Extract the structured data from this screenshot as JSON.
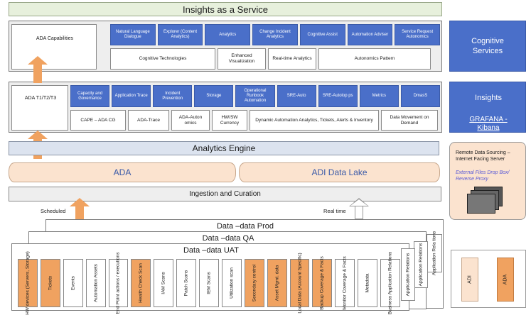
{
  "title": "Insights as a Service",
  "top_section": {
    "label": "ADA Capabilities",
    "blue_items": [
      "Natural Language Dialogue",
      "Explorer (Content Analytics)",
      "Analytics",
      "Change Incident Analytics",
      "Cognitive Assist",
      "Automation Adviser",
      "Service Request Autonomics"
    ],
    "white_items": [
      "Cognitive Technologies",
      "Enhanced Visualization",
      "Real-time Analytics",
      "Autonomics Pattern"
    ]
  },
  "middle_section": {
    "label": "ADA T1/T2/T3",
    "blue_items": [
      "Capacity and Governance",
      "Application Trace",
      "Incident Prevention",
      "Storage",
      "Operational Runbook Automation",
      "SRE-Auto",
      "SRE-Autolop ps",
      "Metrics",
      "DmasS"
    ],
    "white_items": [
      "CAPE – ADA CG",
      "ADA-Trace",
      "ADA-Auton omics",
      "HW/SW Currency",
      "Dynamic Automation Analytics, Tickets, Alerts & Inventory",
      "Data Movement on Demand"
    ]
  },
  "analytics_engine": "Analytics Engine",
  "ada_db": "ADA",
  "adi_lake": "ADI Data Lake",
  "ingestion": "Ingestion and Curation",
  "scheduled": "Scheduled",
  "real_time": "Real time",
  "data_layers": {
    "prod": "Data –data Prod",
    "qa": "Data –data QA",
    "uat": "Data –data UAT"
  },
  "uat_cells": [
    {
      "label": "HW devices (Servers, Storage)",
      "color": "orange"
    },
    {
      "label": "Tickets",
      "color": "orange"
    },
    {
      "label": "Events",
      "color": "white"
    },
    {
      "label": "Automation Assets",
      "color": "white"
    },
    {
      "label": "End Point actions / executions",
      "color": "white"
    },
    {
      "label": "Health Check Scan",
      "color": "orange"
    },
    {
      "label": "IAM Scans",
      "color": "white"
    },
    {
      "label": "Patch Scans",
      "color": "white"
    },
    {
      "label": "IEM Scans",
      "color": "white"
    },
    {
      "label": "Utilization scan",
      "color": "white"
    },
    {
      "label": "Secondary control",
      "color": "orange"
    },
    {
      "label": "Asset Mgmt. data",
      "color": "orange"
    },
    {
      "label": "Local Data (Account Specific)",
      "color": "orange"
    },
    {
      "label": "Backup Coverage & Facts",
      "color": "orange"
    },
    {
      "label": "Monitor Coverage & Facts",
      "color": "white"
    },
    {
      "label": "Metadata",
      "color": "white"
    },
    {
      "label": "Business Application Relations",
      "color": "white"
    }
  ],
  "stack_labels": [
    "Application Relations",
    "Application Relations",
    "Application Rela tions"
  ],
  "right_panel": {
    "cognitive": "Cognitive Services",
    "insights": "Insights",
    "grafana": "GRAFANA - Kibana",
    "remote_title": "Remote Data Sourcing – Internet Facing Server",
    "remote_sub": "External Files Drop Box/ Reverse Proxy"
  },
  "legend": {
    "adi": "ADI",
    "ada": "ADA"
  },
  "colors": {
    "blue": "#4a6fc9",
    "orange": "#f0a260",
    "peach": "#fbe3cf",
    "green_title": "#e7f0dc"
  }
}
